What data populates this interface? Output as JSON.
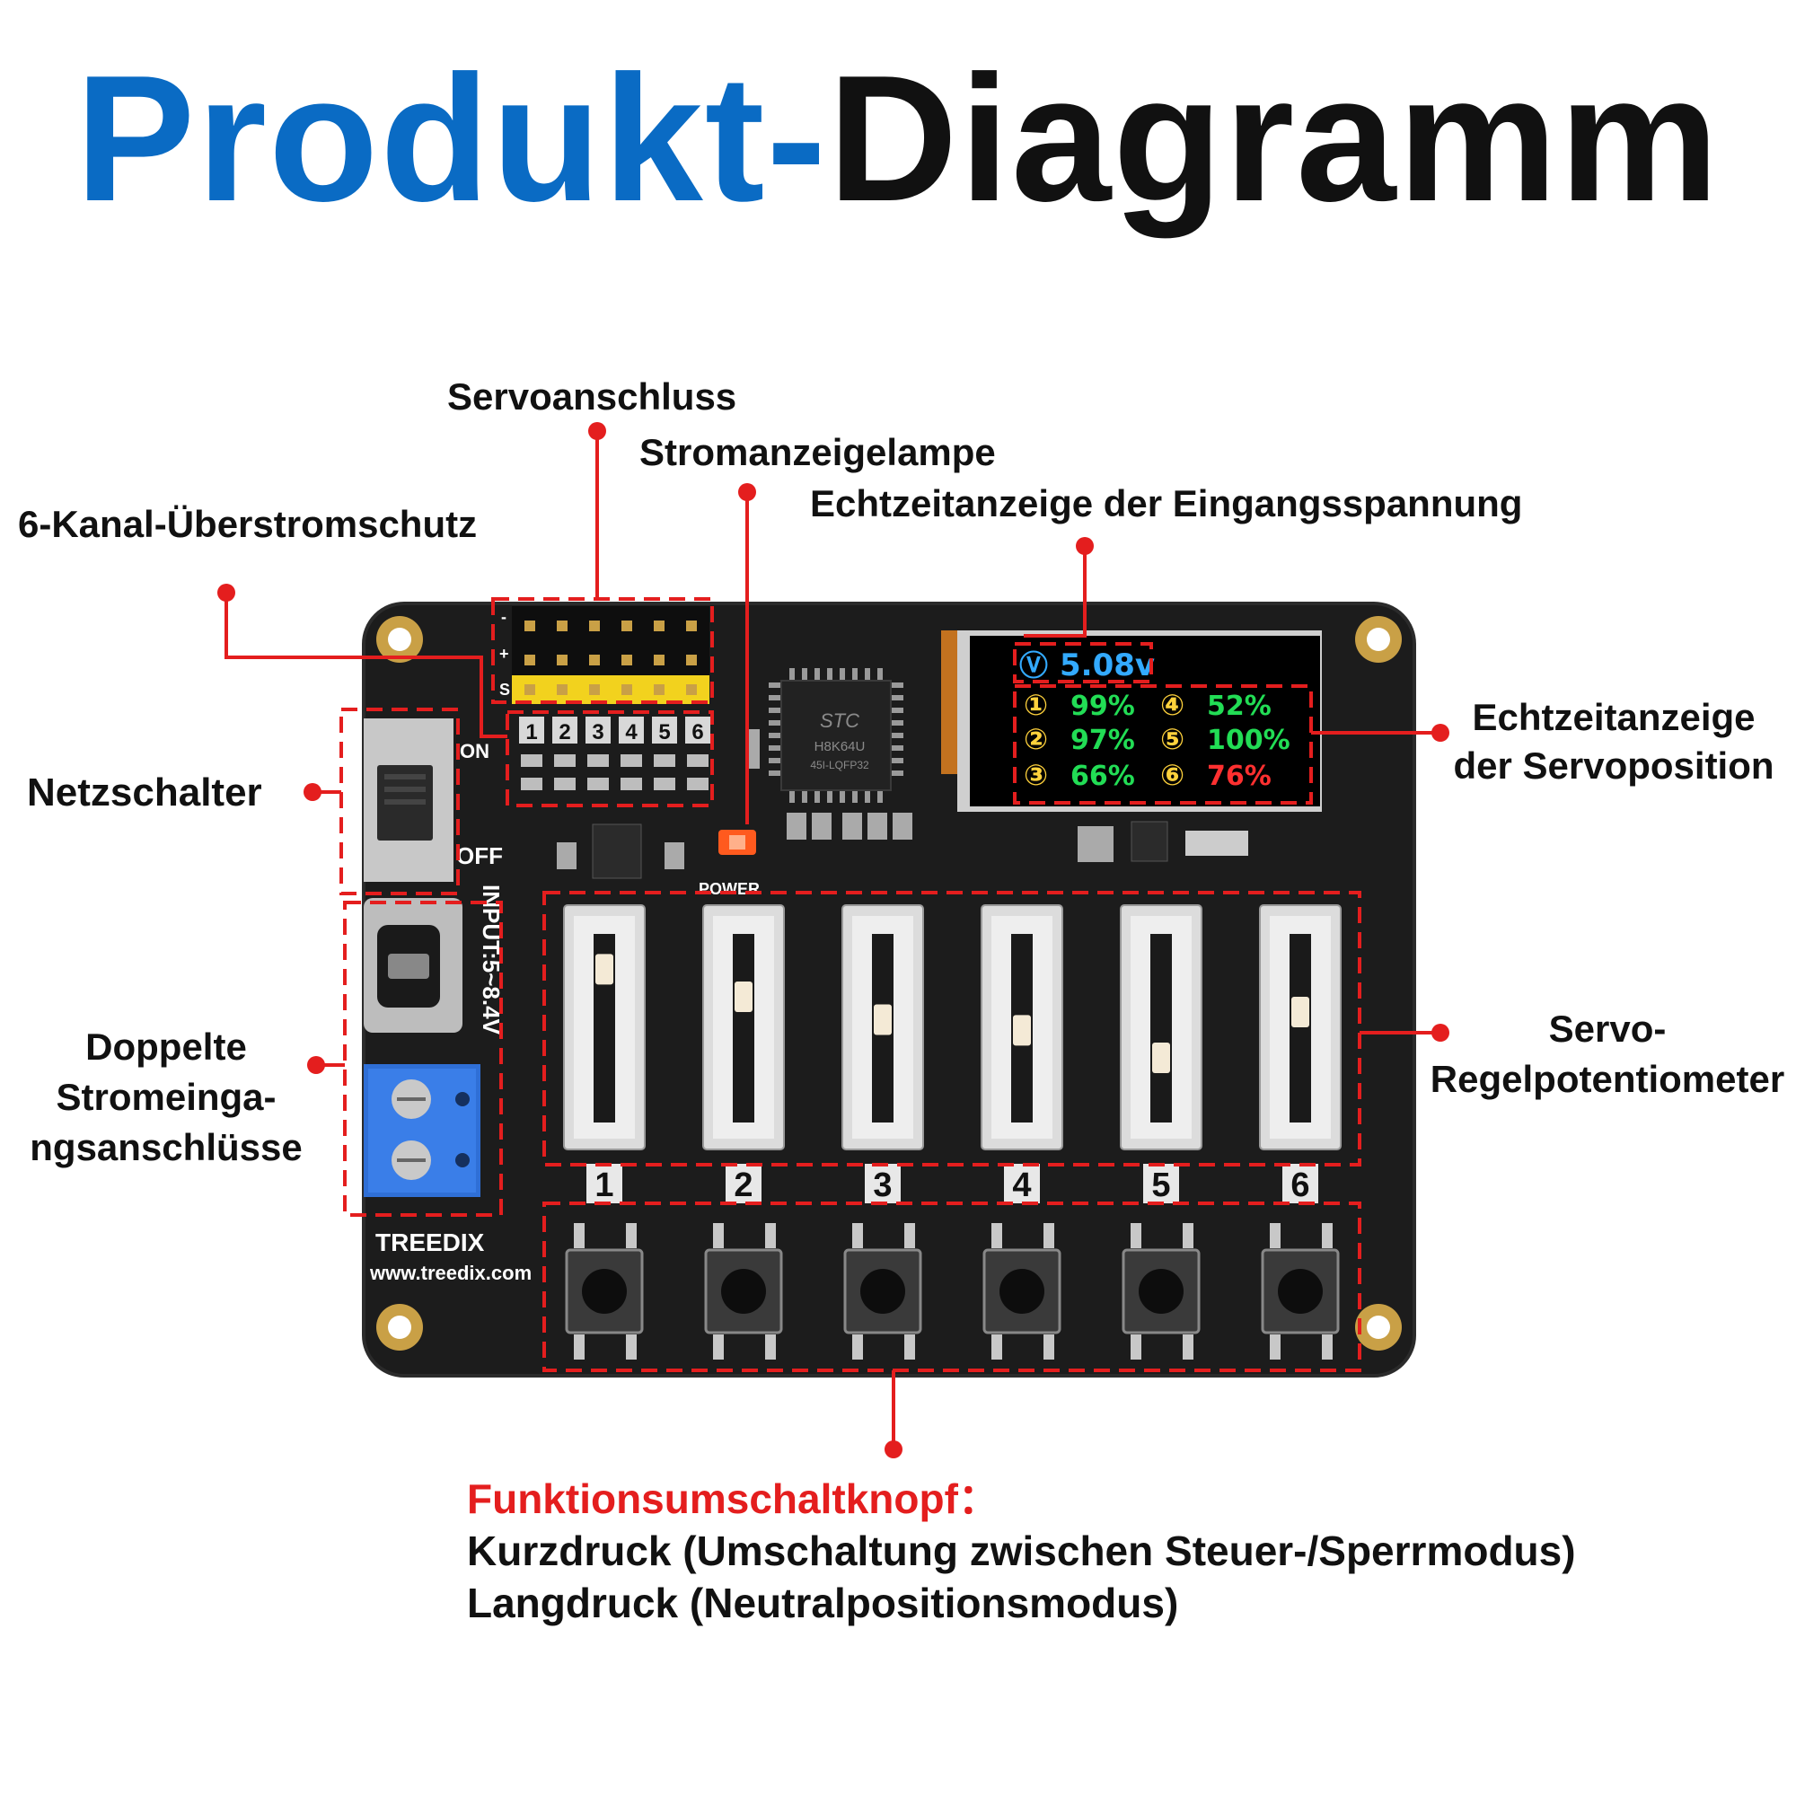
{
  "title": {
    "part1": "Produkt-",
    "part2": "Diagramm"
  },
  "labels": {
    "servo_port": "Servoanschluss",
    "power_lamp": "Stromanzeigelampe",
    "input_voltage": "Echtzeitanzeige der Eingangsspannung",
    "overcurrent": "6-Kanal-Überstromschutz",
    "power_switch": "Netzschalter",
    "servo_position_line1": "Echtzeitanzeige",
    "servo_position_line2": "der Servoposition",
    "dual_input_line1": "Doppelte",
    "dual_input_line2": "Stromeinga-",
    "dual_input_line3": "ngsanschlüsse",
    "servo_pot_line1": "Servo-",
    "servo_pot_line2": "Regelpotentiometer"
  },
  "function_button": {
    "heading": "Funktionsumschaltknopf",
    "colon": "：",
    "line1": "Kurzdruck (Umschaltung zwischen Steuer-/Sperrmodus)",
    "line2": "Langdruck (Neutralpositionsmodus)"
  },
  "lcd": {
    "voltage_icon": "Ⓥ",
    "voltage": "5.08v",
    "channels": [
      {
        "num": "①",
        "value": "99%",
        "color": "#22dd55"
      },
      {
        "num": "②",
        "value": "97%",
        "color": "#22dd55"
      },
      {
        "num": "③",
        "value": "66%",
        "color": "#22dd55"
      },
      {
        "num": "④",
        "value": "52%",
        "color": "#22dd55"
      },
      {
        "num": "⑤",
        "value": "100%",
        "color": "#22dd55"
      },
      {
        "num": "⑥",
        "value": "76%",
        "color": "#ff3030"
      }
    ]
  },
  "board": {
    "on_label": "ON",
    "off_label": "OFF",
    "power_label": "POWER",
    "input_label": "INPUT:5~8.4V",
    "brand": "TREEDIX",
    "website": "www.treedix.com",
    "chip_brand": "STC",
    "chip_model": "H8K64U",
    "chip_sub": "45I-LQFP32",
    "header_rows": [
      "-",
      "+",
      "S"
    ],
    "channel_numbers": [
      "1",
      "2",
      "3",
      "4",
      "5",
      "6"
    ],
    "slider_positions": [
      0.12,
      0.3,
      0.45,
      0.52,
      0.7,
      0.4
    ]
  },
  "colors": {
    "title_blue": "#0a6bc4",
    "callout_red": "#e41e1e",
    "pcb": "#1c1c1c",
    "lcd_voltage": "#33aaff",
    "lcd_green": "#22dd55",
    "lcd_red": "#ff3030",
    "lcd_yellow": "#ffd23c"
  }
}
